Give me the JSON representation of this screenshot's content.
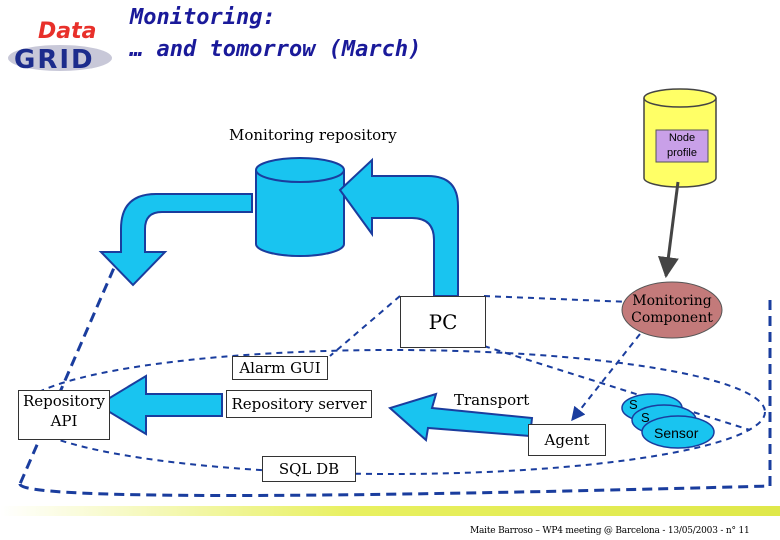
{
  "title": {
    "line1": "Monitoring:",
    "line2": "… and tomorrow (March)"
  },
  "logo": {
    "word_top": "Data",
    "word_bottom": "GRID",
    "name": "datagrid-logo"
  },
  "labels": {
    "monitoring_repository": "Monitoring repository",
    "node_profile": "Node profile",
    "monitoring_component": "Monitoring Component",
    "pc": "PC",
    "alarm_gui": "Alarm GUI",
    "repository_api_line1": "Repository",
    "repository_api_line2": "API",
    "repository_server": "Repository server",
    "transport": "Transport",
    "agent": "Agent",
    "sensor": "Sensor",
    "sensor_stack_1": "S",
    "sensor_stack_2": "S",
    "sql_db": "SQL DB"
  },
  "footer": {
    "text": "Maite Barroso – WP4 meeting @ Barcelona - 13/05/2003 - n° 11"
  },
  "colors": {
    "title": "#1a1a9a",
    "arrow_fill": "#19c4f0",
    "arrow_stroke": "#1a3d9e",
    "db_yellow": "#ffff66",
    "node_profile_box": "#c9a0e8",
    "monitoring_component": "#c37a7a",
    "dashed_line": "#1a3d9e",
    "footer_bar": "#e8f060",
    "logo_red": "#e8302a",
    "logo_blue": "#1c2c8c"
  }
}
